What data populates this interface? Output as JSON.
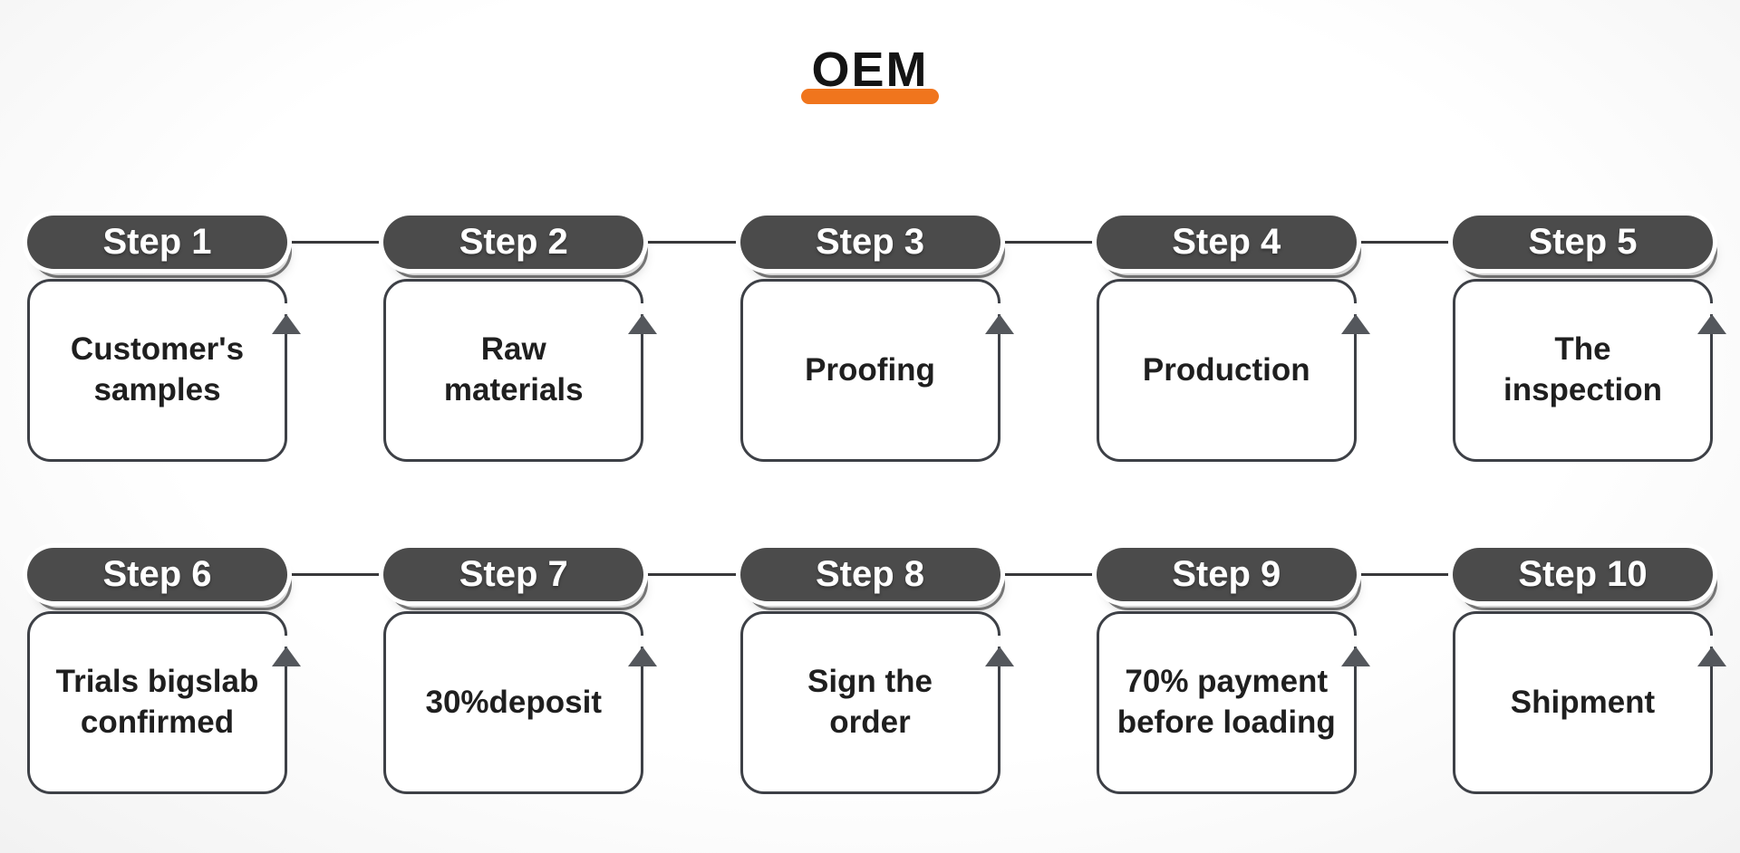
{
  "title": {
    "text": "OEM"
  },
  "colors": {
    "accent_orange": "#f0751d",
    "pill_gray": "#4b4b4b",
    "box_border_gray": "#3d4046",
    "connector_gray": "#38383a",
    "arrow_gray": "#54575c"
  },
  "rows": [
    {
      "steps": [
        {
          "label": "Step 1",
          "description": "Customer's\nsamples"
        },
        {
          "label": "Step 2",
          "description": "Raw\nmaterials"
        },
        {
          "label": "Step 3",
          "description": "Proofing"
        },
        {
          "label": "Step 4",
          "description": "Production"
        },
        {
          "label": "Step 5",
          "description": "The\ninspection"
        }
      ]
    },
    {
      "steps": [
        {
          "label": "Step 6",
          "description": "Trials bigslab\nconfirmed"
        },
        {
          "label": "Step 7",
          "description": "30%deposit"
        },
        {
          "label": "Step 8",
          "description": "Sign the\norder"
        },
        {
          "label": "Step 9",
          "description": "70% payment\nbefore loading"
        },
        {
          "label": "Step 10",
          "description": "Shipment"
        }
      ]
    }
  ]
}
